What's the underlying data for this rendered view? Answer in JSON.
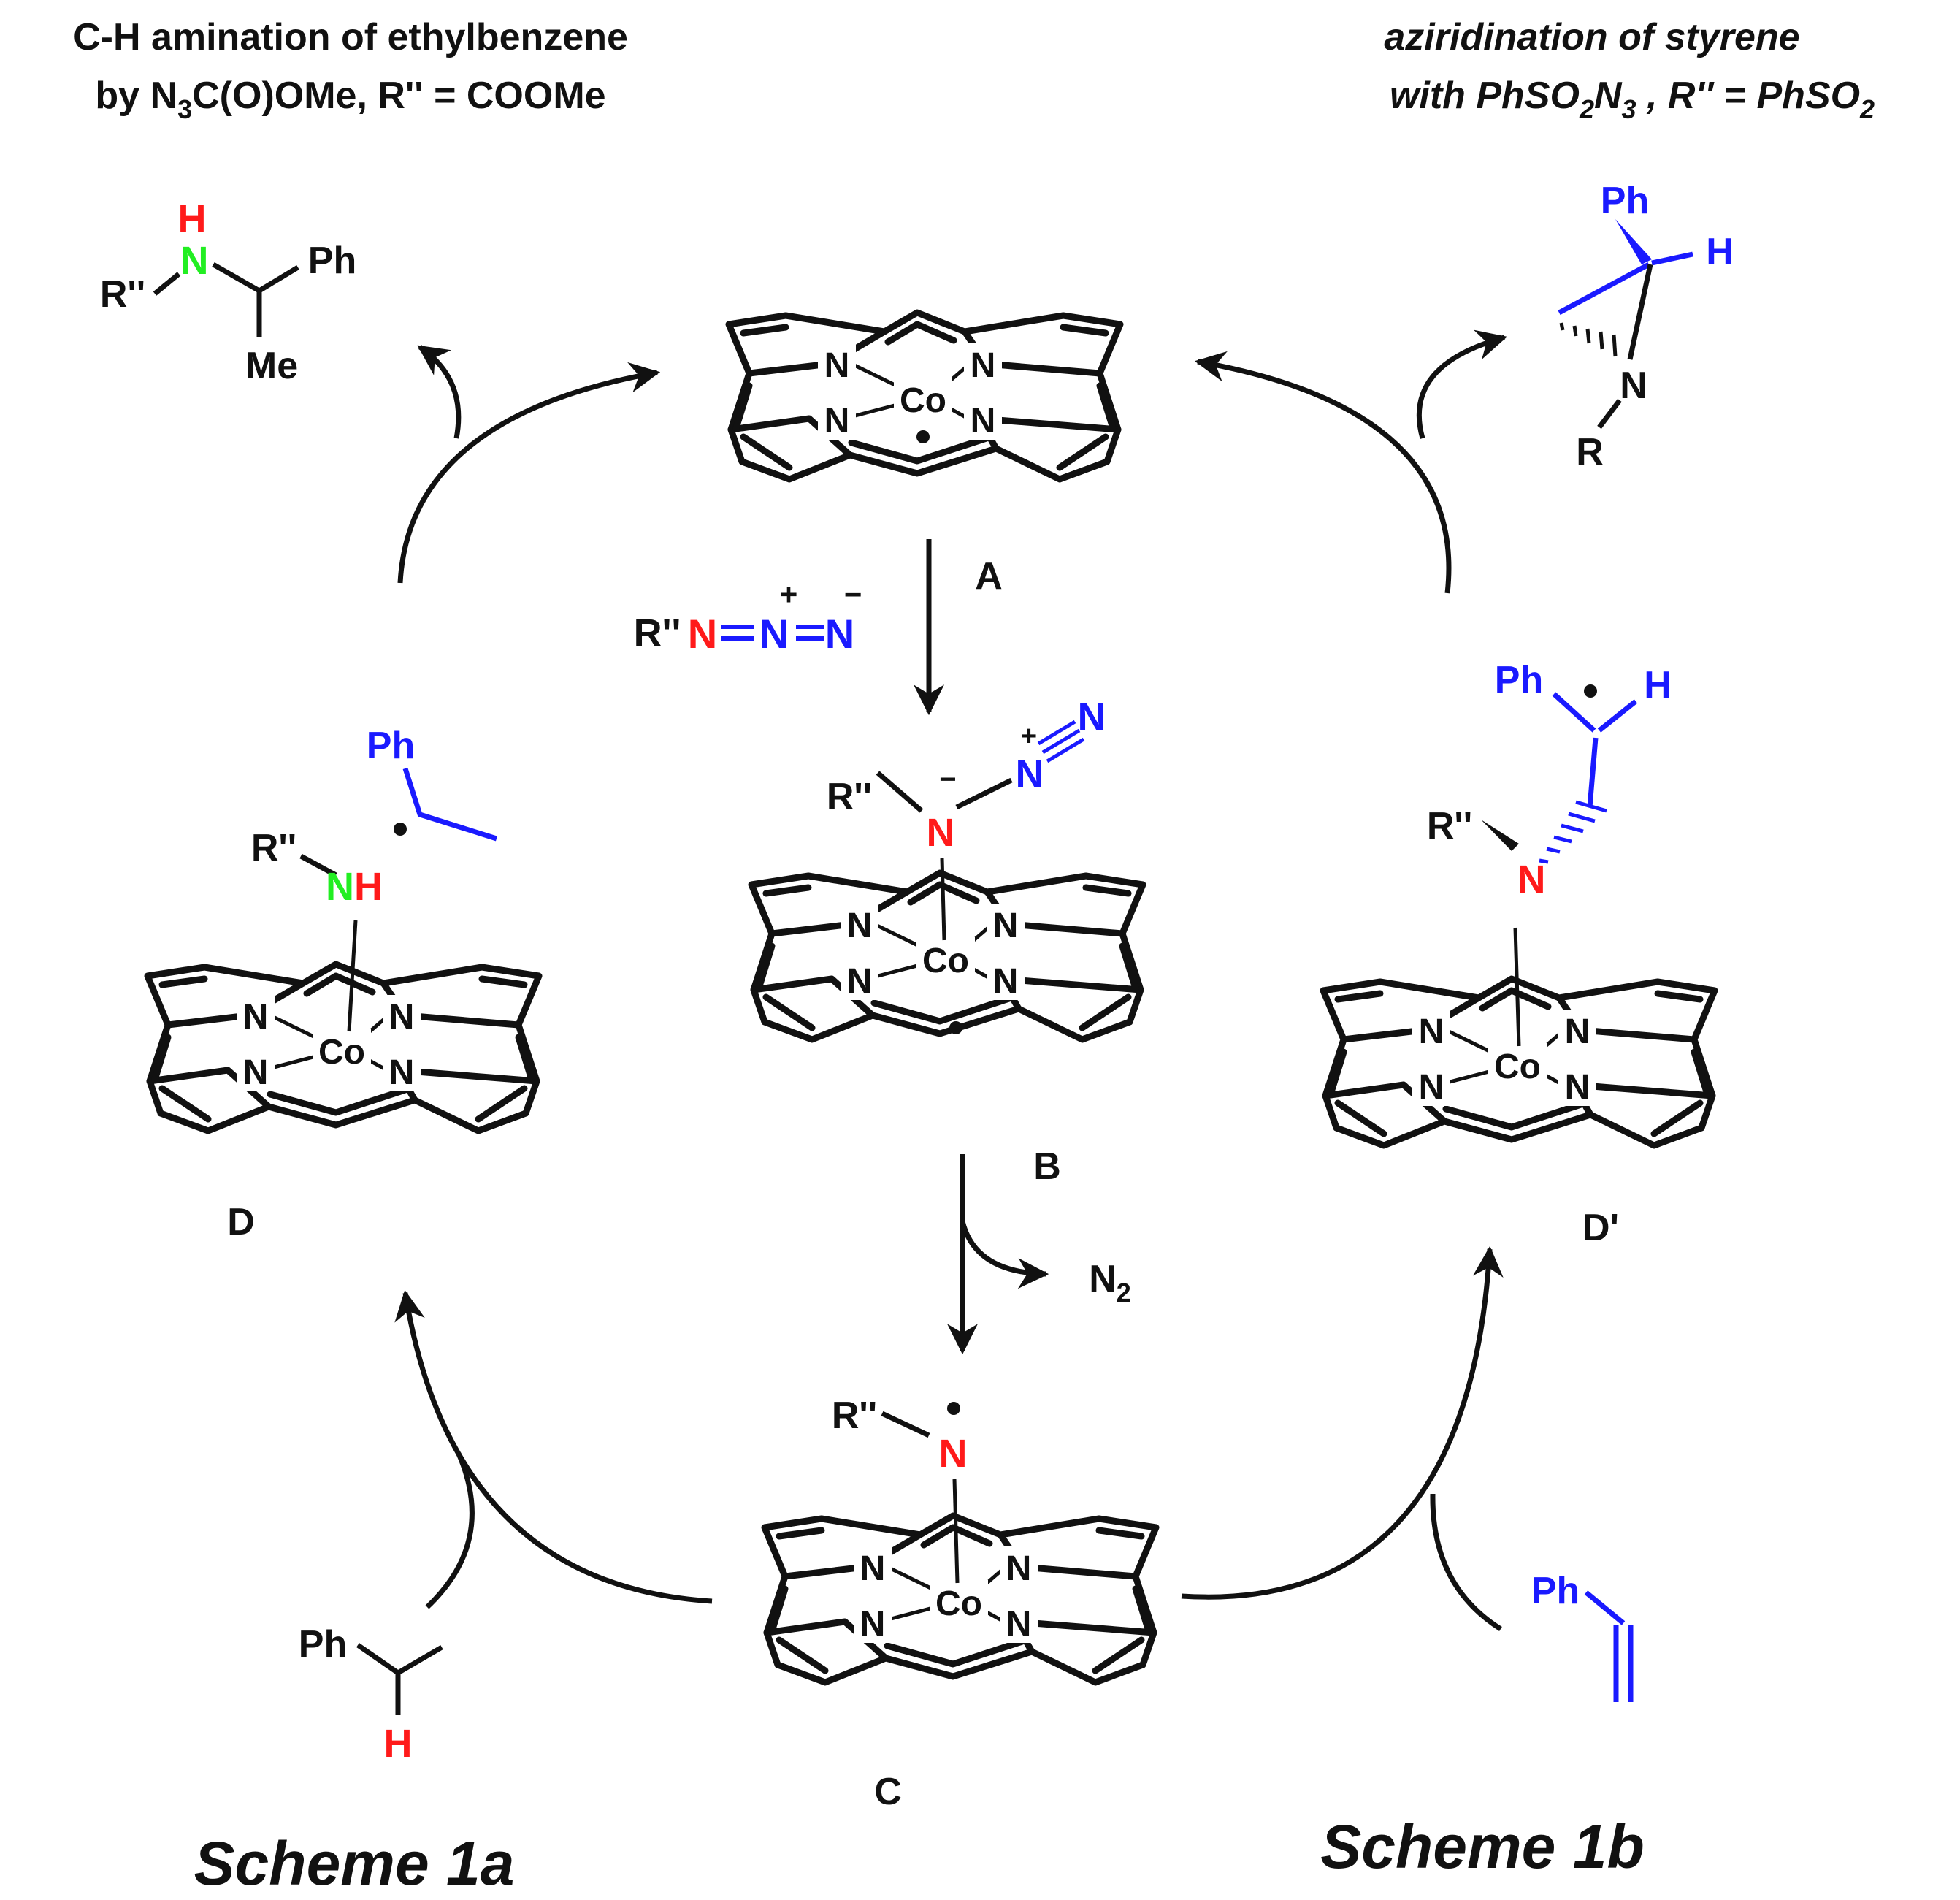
{
  "colors": {
    "black": "#111111",
    "red": "#ff1a1a",
    "blue": "#1a1aff",
    "green": "#22ee22"
  },
  "headers": {
    "left": {
      "line1": "C-H amination of ethylbenzene",
      "line2_a": "by N",
      "line2_sub": "3",
      "line2_b": "C(O)OMe, R'' = COOMe"
    },
    "right": {
      "line1": "aziridination of styrene",
      "line2_a": "with PhSO",
      "line2_sub1": "2",
      "line2_b": "N",
      "line2_sub2": "3",
      "line2_c": " , R'' = PhSO",
      "line2_sub3": "2"
    }
  },
  "scheme_labels": {
    "left": "Scheme 1a",
    "right": "Scheme 1b"
  },
  "complexes": {
    "A": {
      "label": "A"
    },
    "B": {
      "label": "B"
    },
    "C": {
      "label": "C"
    },
    "D": {
      "label": "D"
    },
    "Dp": {
      "label": "D'"
    }
  },
  "atoms": {
    "N": "N",
    "Co": "Co",
    "NH_N": "N",
    "NH_H": "H",
    "H": "H",
    "Ph": "Ph",
    "Me": "Me",
    "R2": "R''",
    "R": "R",
    "plus": "+",
    "minus": "−",
    "N2_main": "N",
    "N2_sub": "2"
  },
  "icons": [
    "radical-dot-icon",
    "reaction-arrow-icon",
    "curved-arrow-icon"
  ]
}
